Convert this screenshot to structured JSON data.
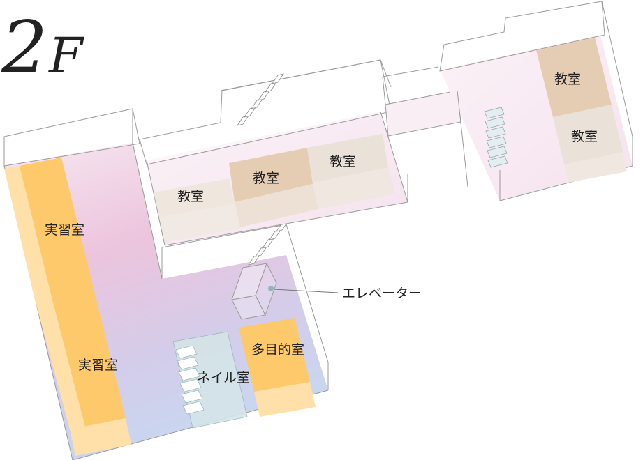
{
  "floor": {
    "number": "2",
    "suffix": "F"
  },
  "rooms": {
    "classroom_1": "教室",
    "classroom_2": "教室",
    "classroom_3": "教室",
    "classroom_4": "教室",
    "classroom_5": "教室",
    "practice_room_1": "実習室",
    "practice_room_2": "実習室",
    "multipurpose_room": "多目的室",
    "nail_room": "ネイル室"
  },
  "callouts": {
    "elevator": "エレベーター"
  },
  "colors": {
    "classroom_dark": "#E5CDB3",
    "classroom_light": "#EFE6DE",
    "practice_room": "#FDC96A",
    "practice_room_light": "#FFE0A8",
    "nail_room": "#D4E4E8",
    "corridor_pink": "#F9EEF4",
    "hall_pink": "#ECC4DD",
    "hall_blue": "#C9D6F0",
    "wall_line": "#9A9A9A"
  }
}
